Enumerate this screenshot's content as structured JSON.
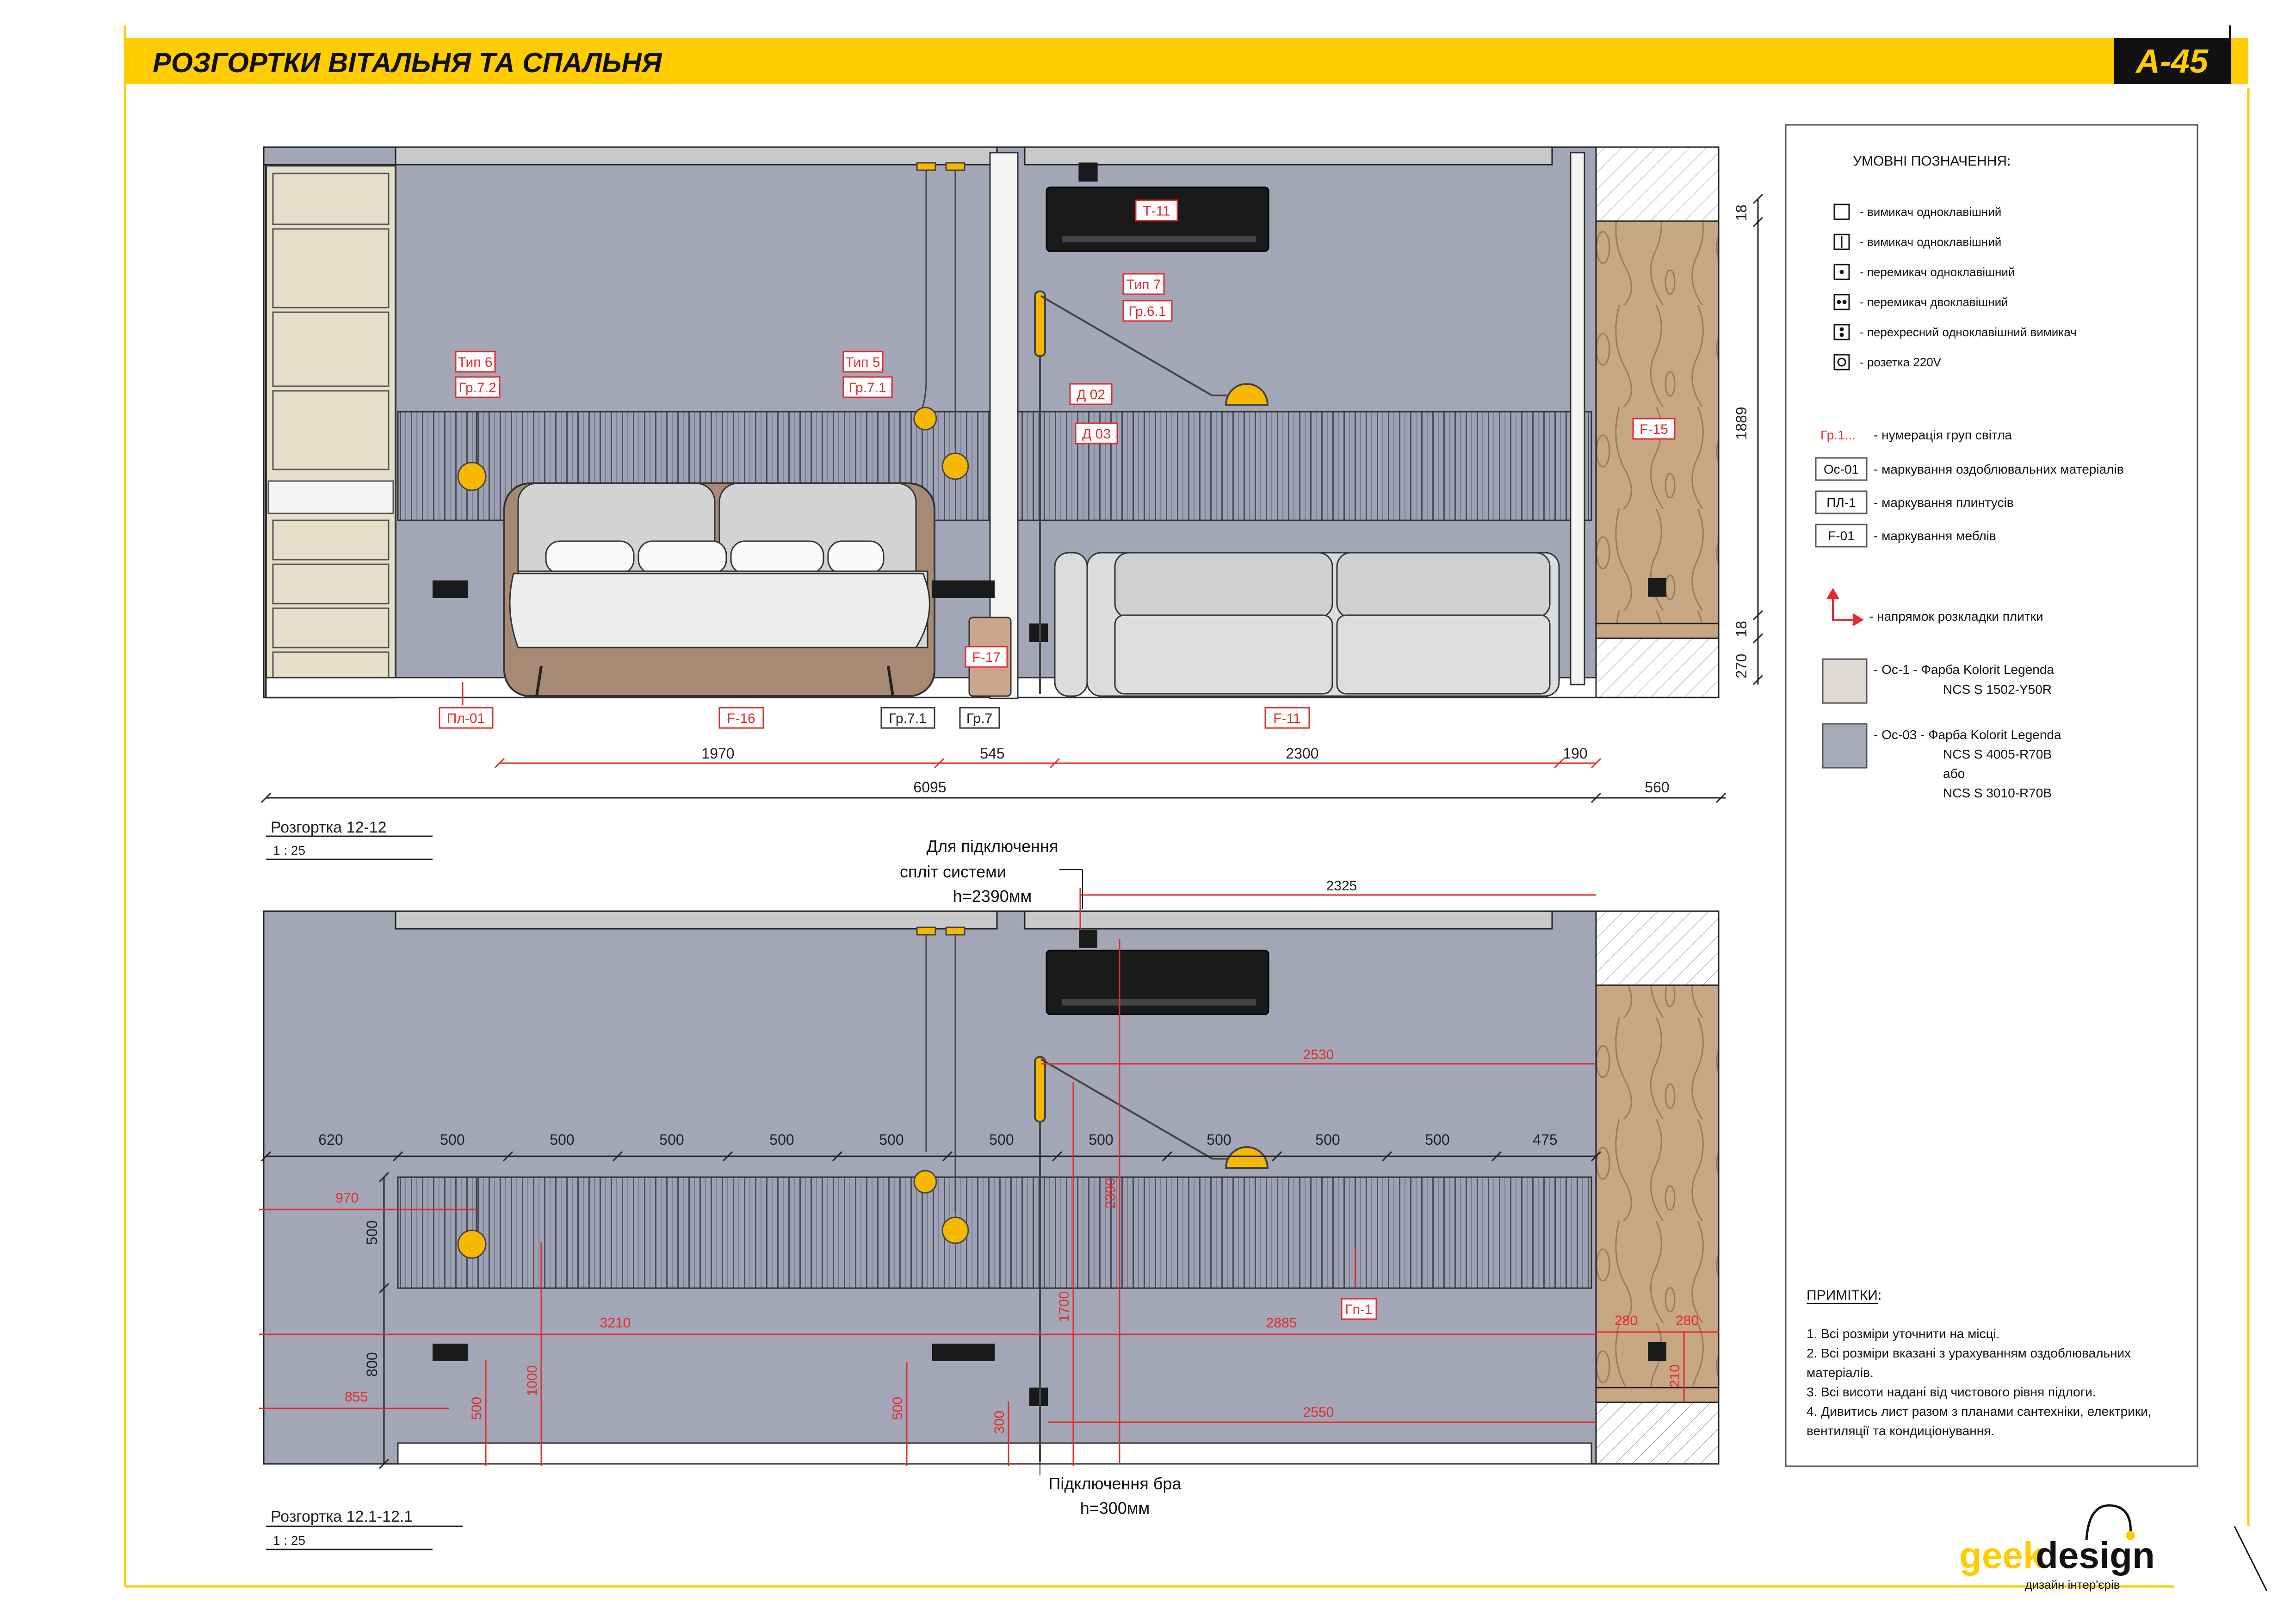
{
  "header": {
    "title": "РОЗГОРТКИ ВІТАЛЬНЯ ТА СПАЛЬНЯ",
    "sheet_no": "А-45"
  },
  "colors": {
    "yellow": "#ffcc00",
    "wall": "#a2a6b6",
    "wood": "#c7a684",
    "furniture_panel": "#e5dfc9",
    "bed_frame": "#a78a76",
    "sofa": "#dcdcdc",
    "red": "#e32b2b",
    "black": "#1a1a1a",
    "swatch_oc1": "#dedad2",
    "swatch_oc3": "#a5a9b8"
  },
  "elev1": {
    "title": "Розгортка 12-12",
    "scale": "1 : 25",
    "tags": {
      "t11": "Т-11",
      "tip7": "Тип 7",
      "gr61": "Гр.6.1",
      "tip6": "Тип 6",
      "gr72": "Гр.7.2",
      "tip5": "Тип 5",
      "gr71": "Гр.7.1",
      "d02": "Д 02",
      "d03": "Д 03",
      "f15": "F-15",
      "f17": "F-17"
    },
    "bottom_tags": {
      "pl01": "Пл-01",
      "f16": "F-16",
      "gr71b": "Гр.7.1",
      "gr7": "Гр.7",
      "f11": "F-11"
    },
    "dims_h": {
      "d1": "1970",
      "d2": "545",
      "d3": "2300",
      "d4": "190",
      "total": "6095",
      "side": "560"
    },
    "dims_v": {
      "top": "18",
      "mid": "1889",
      "low": "18",
      "base": "270"
    }
  },
  "elev2": {
    "title": "Розгортка 12.1-12.1",
    "scale": "1 : 25",
    "note_top": [
      "Для підключення",
      "спліт системи",
      "h=2390мм"
    ],
    "note_bottom": [
      "Підключення бра",
      "h=300мм"
    ],
    "panel_tag": "Гп-1",
    "dims_top": [
      "620",
      "500",
      "500",
      "500",
      "500",
      "500",
      "500",
      "500",
      "500",
      "500",
      "500",
      "475"
    ],
    "dims_red": {
      "d2325": "2325",
      "d2530": "2530",
      "d2390": "2390",
      "d970": "970",
      "d3210": "3210",
      "d2885": "2885",
      "d280a": "280",
      "d280b": "280",
      "d210": "210",
      "d855": "855",
      "d500a": "500",
      "d1000": "1000",
      "d500b": "500",
      "d300": "300",
      "d1700": "1700",
      "d2550": "2550"
    },
    "dims_black": {
      "v500": "500",
      "v800": "800"
    }
  },
  "legend": {
    "title": "УМОВНІ ПОЗНАЧЕННЯ:",
    "symbols": [
      "- вимикач одноклавішний",
      "- вимикач одноклавішний",
      "- перемикач одноклавішний",
      "- перемикач двоклавішний",
      "- перехресний одноклавішний вимикач",
      "- розетка 220V"
    ],
    "codes": [
      {
        "code": "Гр.1...",
        "text": "- нумерація груп світла"
      },
      {
        "code": "Ос-01",
        "text": "- маркування оздоблювальних матеріалів"
      },
      {
        "code": "ПЛ-1",
        "text": "- маркування плинтусів"
      },
      {
        "code": "F-01",
        "text": "- маркування меблів"
      }
    ],
    "tile_text": "- напрямок розкладки плитки",
    "swatch1": [
      "- Ос-1 - Фарба  Kolorit  Legenda",
      "NCS S 1502-Y50R"
    ],
    "swatch2": [
      "- Ос-03 - Фарба Kolorit  Legenda",
      "NCS S 4005-R70B",
      "або",
      "NCS S 3010-R70B"
    ]
  },
  "notes": {
    "title": "ПРИМІТКИ:",
    "lines": [
      "1. Всі розміри уточнити на місці.",
      "2. Всі розміри вказані з урахуванням оздоблювальних",
      "матеріалів.",
      "3. Всі висоти надані від чистового рівня підлоги.",
      "4. Дивитись лист разом з планами сантехніки, електрики,",
      "вентиляції та кондиціонування."
    ]
  },
  "logo": {
    "geek": "geek",
    "design": "design",
    "tagline": "дизайн інтер'єрів"
  }
}
